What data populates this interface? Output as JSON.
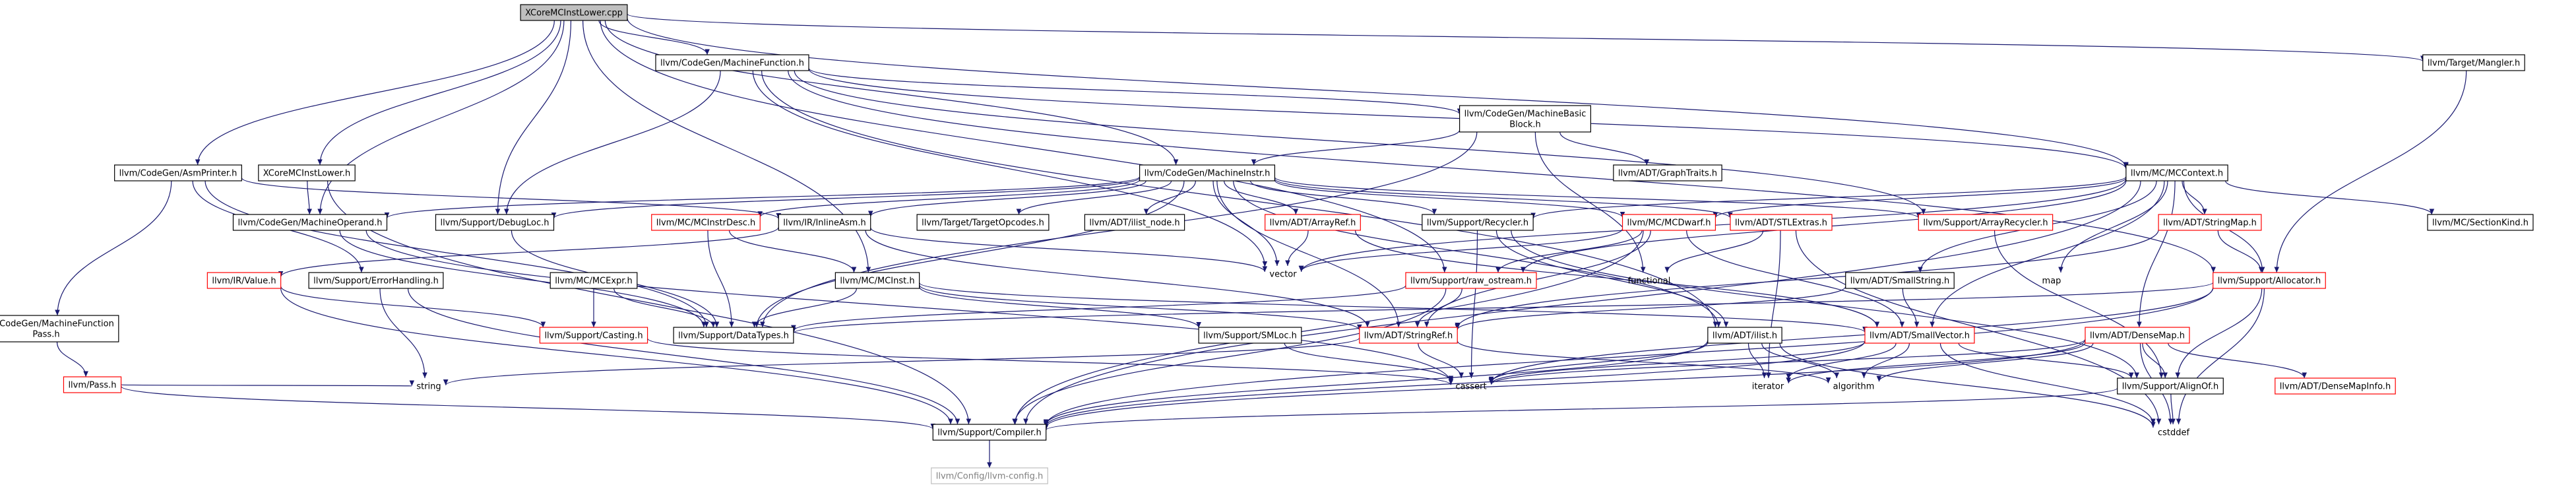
{
  "title": "XCoreMCInstLower.cpp",
  "colors": {
    "edge": "#191970",
    "default_border": "#000000",
    "missing_border": "#ff0000",
    "external_border": "#bfbfbf",
    "root_fill": "#bfbfbf",
    "text": "#000000",
    "external_text": "#808080"
  },
  "nodes": [
    {
      "id": "root",
      "label": "XCoreMCInstLower.cpp",
      "kind": "root"
    },
    {
      "id": "mf",
      "label": "llvm/CodeGen/MachineFunction.h",
      "kind": "normal"
    },
    {
      "id": "mangler",
      "label": "llvm/Target/Mangler.h",
      "kind": "normal"
    },
    {
      "id": "asmprinter",
      "label": "llvm/CodeGen/AsmPrinter.h",
      "kind": "normal"
    },
    {
      "id": "xclower",
      "label": "XCoreMCInstLower.h",
      "kind": "normal"
    },
    {
      "id": "mbb",
      "label": "llvm/CodeGen/MachineBasic\nBlock.h",
      "kind": "normal"
    },
    {
      "id": "mcctx",
      "label": "llvm/MC/MCContext.h",
      "kind": "normal"
    },
    {
      "id": "mi",
      "label": "llvm/CodeGen/MachineInstr.h",
      "kind": "normal"
    },
    {
      "id": "graphtraits",
      "label": "llvm/ADT/GraphTraits.h",
      "kind": "normal"
    },
    {
      "id": "mop",
      "label": "llvm/CodeGen/MachineOperand.h",
      "kind": "normal"
    },
    {
      "id": "debugloc",
      "label": "llvm/Support/DebugLoc.h",
      "kind": "normal"
    },
    {
      "id": "mcinstrdesc",
      "label": "llvm/MC/MCInstrDesc.h",
      "kind": "missing"
    },
    {
      "id": "inlineasm",
      "label": "llvm/IR/InlineAsm.h",
      "kind": "normal"
    },
    {
      "id": "targetopcodes",
      "label": "llvm/Target/TargetOpcodes.h",
      "kind": "normal"
    },
    {
      "id": "ilistnode",
      "label": "llvm/ADT/ilist_node.h",
      "kind": "normal"
    },
    {
      "id": "arrayref",
      "label": "llvm/ADT/ArrayRef.h",
      "kind": "missing"
    },
    {
      "id": "stlextras",
      "label": "llvm/ADT/STLExtras.h",
      "kind": "missing"
    },
    {
      "id": "arrayrecycler",
      "label": "llvm/Support/ArrayRecycler.h",
      "kind": "missing"
    },
    {
      "id": "stringmap",
      "label": "llvm/ADT/StringMap.h",
      "kind": "missing"
    },
    {
      "id": "sectionkind",
      "label": "llvm/MC/SectionKind.h",
      "kind": "normal"
    },
    {
      "id": "mfpass",
      "label": "llvm/CodeGen/MachineFunction\nPass.h",
      "kind": "normal"
    },
    {
      "id": "pass",
      "label": "llvm/Pass.h",
      "kind": "missing"
    },
    {
      "id": "irvalue",
      "label": "llvm/IR/Value.h",
      "kind": "missing"
    },
    {
      "id": "errorhandling",
      "label": "llvm/Support/ErrorHandling.h",
      "kind": "normal"
    },
    {
      "id": "mcexpr",
      "label": "llvm/MC/MCExpr.h",
      "kind": "normal"
    },
    {
      "id": "mcinst",
      "label": "llvm/MC/MCInst.h",
      "kind": "normal"
    },
    {
      "id": "recycler",
      "label": "llvm/Support/Recycler.h",
      "kind": "normal"
    },
    {
      "id": "mcdwarf",
      "label": "llvm/MC/MCDwarf.h",
      "kind": "missing"
    },
    {
      "id": "rawostream",
      "label": "llvm/Support/raw_ostream.h",
      "kind": "missing"
    },
    {
      "id": "smallstring",
      "label": "llvm/ADT/SmallString.h",
      "kind": "normal"
    },
    {
      "id": "allocator",
      "label": "llvm/Support/Allocator.h",
      "kind": "missing"
    },
    {
      "id": "vector",
      "label": "vector",
      "kind": "plain"
    },
    {
      "id": "functional",
      "label": "functional",
      "kind": "plain"
    },
    {
      "id": "map",
      "label": "map",
      "kind": "plain"
    },
    {
      "id": "casting",
      "label": "llvm/Support/Casting.h",
      "kind": "missing"
    },
    {
      "id": "datatypes",
      "label": "llvm/Support/DataTypes.h",
      "kind": "normal"
    },
    {
      "id": "smloc",
      "label": "llvm/Support/SMLoc.h",
      "kind": "normal"
    },
    {
      "id": "stringref",
      "label": "llvm/ADT/StringRef.h",
      "kind": "missing"
    },
    {
      "id": "ilist",
      "label": "llvm/ADT/ilist.h",
      "kind": "normal"
    },
    {
      "id": "smallvector",
      "label": "llvm/ADT/SmallVector.h",
      "kind": "missing"
    },
    {
      "id": "densemap",
      "label": "llvm/ADT/DenseMap.h",
      "kind": "missing"
    },
    {
      "id": "string",
      "label": "string",
      "kind": "plain"
    },
    {
      "id": "cassert",
      "label": "cassert",
      "kind": "plain"
    },
    {
      "id": "iterator",
      "label": "iterator",
      "kind": "plain"
    },
    {
      "id": "algorithm",
      "label": "algorithm",
      "kind": "plain"
    },
    {
      "id": "alignof",
      "label": "llvm/Support/AlignOf.h",
      "kind": "normal"
    },
    {
      "id": "densemapinfo",
      "label": "llvm/ADT/DenseMapInfo.h",
      "kind": "missing"
    },
    {
      "id": "cstddef",
      "label": "cstddef",
      "kind": "plain"
    },
    {
      "id": "compiler",
      "label": "llvm/Support/Compiler.h",
      "kind": "normal"
    },
    {
      "id": "config",
      "label": "llvm/Config/llvm-config.h",
      "kind": "external"
    }
  ],
  "edges": [
    [
      "root",
      "mf"
    ],
    [
      "root",
      "mangler"
    ],
    [
      "root",
      "asmprinter"
    ],
    [
      "root",
      "xclower"
    ],
    [
      "root",
      "mcctx"
    ],
    [
      "root",
      "mi"
    ],
    [
      "root",
      "mop"
    ],
    [
      "root",
      "mcinst"
    ],
    [
      "root",
      "debugloc"
    ],
    [
      "root",
      "rawostream"
    ],
    [
      "mf",
      "mbb"
    ],
    [
      "mf",
      "mcctx"
    ],
    [
      "mf",
      "debugloc"
    ],
    [
      "mf",
      "arrayrecycler"
    ],
    [
      "mf",
      "ilist"
    ],
    [
      "mf",
      "allocator"
    ],
    [
      "mf",
      "vector"
    ],
    [
      "mangler",
      "allocator"
    ],
    [
      "asmprinter",
      "mfpass"
    ],
    [
      "asmprinter",
      "inlineasm"
    ],
    [
      "asmprinter",
      "errorhandling"
    ],
    [
      "asmprinter",
      "datatypes"
    ],
    [
      "xclower",
      "mop"
    ],
    [
      "xclower",
      "compiler"
    ],
    [
      "mbb",
      "mi"
    ],
    [
      "mbb",
      "graphtraits"
    ],
    [
      "mbb",
      "functional"
    ],
    [
      "mbb",
      "datatypes"
    ],
    [
      "mi",
      "mop"
    ],
    [
      "mi",
      "debugloc"
    ],
    [
      "mi",
      "mcinstrdesc"
    ],
    [
      "mi",
      "inlineasm"
    ],
    [
      "mi",
      "targetopcodes"
    ],
    [
      "mi",
      "ilistnode"
    ],
    [
      "mi",
      "arrayref"
    ],
    [
      "mi",
      "stlextras"
    ],
    [
      "mi",
      "arrayrecycler"
    ],
    [
      "mi",
      "recycler"
    ],
    [
      "mi",
      "mcdwarf"
    ],
    [
      "mi",
      "stringref"
    ],
    [
      "mi",
      "ilist"
    ],
    [
      "mi",
      "vector"
    ],
    [
      "mi",
      "datatypes"
    ],
    [
      "mcctx",
      "sectionkind"
    ],
    [
      "mcctx",
      "stringmap"
    ],
    [
      "mcctx",
      "mcdwarf"
    ],
    [
      "mcctx",
      "recycler"
    ],
    [
      "mcctx",
      "smallstring"
    ],
    [
      "mcctx",
      "allocator"
    ],
    [
      "mcctx",
      "rawostream"
    ],
    [
      "mcctx",
      "vector"
    ],
    [
      "mcctx",
      "map"
    ],
    [
      "mcctx",
      "smallvector"
    ],
    [
      "mcctx",
      "densemap"
    ],
    [
      "mcctx",
      "compiler"
    ],
    [
      "mop",
      "datatypes"
    ],
    [
      "mop",
      "cassert"
    ],
    [
      "debugloc",
      "datatypes"
    ],
    [
      "mcinstrdesc",
      "datatypes"
    ],
    [
      "mcinstrdesc",
      "mcinst"
    ],
    [
      "inlineasm",
      "stringref"
    ],
    [
      "inlineasm",
      "vector"
    ],
    [
      "inlineasm",
      "irvalue"
    ],
    [
      "arrayref",
      "vector"
    ],
    [
      "arrayref",
      "smallvector"
    ],
    [
      "stlextras",
      "functional"
    ],
    [
      "stlextras",
      "iterator"
    ],
    [
      "stlextras",
      "cstddef"
    ],
    [
      "arrayrecycler",
      "alignof"
    ],
    [
      "stringmap",
      "allocator"
    ],
    [
      "stringmap",
      "stringref"
    ],
    [
      "mfpass",
      "pass"
    ],
    [
      "pass",
      "string"
    ],
    [
      "pass",
      "compiler"
    ],
    [
      "irvalue",
      "casting"
    ],
    [
      "irvalue",
      "compiler"
    ],
    [
      "errorhandling",
      "compiler"
    ],
    [
      "errorhandling",
      "string"
    ],
    [
      "mcexpr",
      "casting"
    ],
    [
      "mcexpr",
      "datatypes"
    ],
    [
      "mcinst",
      "smallvector"
    ],
    [
      "mcinst",
      "stringref"
    ],
    [
      "mcinst",
      "smloc"
    ],
    [
      "mcinst",
      "datatypes"
    ],
    [
      "recycler",
      "ilist"
    ],
    [
      "recycler",
      "alignof"
    ],
    [
      "recycler",
      "cassert"
    ],
    [
      "mcdwarf",
      "stringref"
    ],
    [
      "mcdwarf",
      "rawostream"
    ],
    [
      "mcdwarf",
      "vector"
    ],
    [
      "mcdwarf",
      "smallvector"
    ],
    [
      "mcdwarf",
      "compiler"
    ],
    [
      "rawostream",
      "stringref"
    ],
    [
      "rawostream",
      "datatypes"
    ],
    [
      "rawostream",
      "compiler"
    ],
    [
      "smallstring",
      "smallvector"
    ],
    [
      "smallstring",
      "stringref"
    ],
    [
      "allocator",
      "alignof"
    ],
    [
      "allocator",
      "datatypes"
    ],
    [
      "allocator",
      "compiler"
    ],
    [
      "allocator",
      "cassert"
    ],
    [
      "allocator",
      "cstddef"
    ],
    [
      "casting",
      "cassert"
    ],
    [
      "smloc",
      "cassert"
    ],
    [
      "stringref",
      "algorithm"
    ],
    [
      "stringref",
      "string"
    ],
    [
      "stringref",
      "cassert"
    ],
    [
      "ilist",
      "cassert"
    ],
    [
      "ilist",
      "iterator"
    ],
    [
      "ilist",
      "algorithm"
    ],
    [
      "ilist",
      "cstddef"
    ],
    [
      "ilist",
      "compiler"
    ],
    [
      "smallvector",
      "algorithm"
    ],
    [
      "smallvector",
      "iterator"
    ],
    [
      "smallvector",
      "cassert"
    ],
    [
      "smallvector",
      "cstddef"
    ],
    [
      "smallvector",
      "alignof"
    ],
    [
      "smallvector",
      "compiler"
    ],
    [
      "densemap",
      "densemapinfo"
    ],
    [
      "densemap",
      "alignof"
    ],
    [
      "densemap",
      "algorithm"
    ],
    [
      "densemap",
      "iterator"
    ],
    [
      "densemap",
      "compiler"
    ],
    [
      "densemap",
      "cstddef"
    ],
    [
      "densemap",
      "cassert"
    ],
    [
      "alignof",
      "cstddef"
    ],
    [
      "alignof",
      "compiler"
    ],
    [
      "compiler",
      "config"
    ]
  ]
}
